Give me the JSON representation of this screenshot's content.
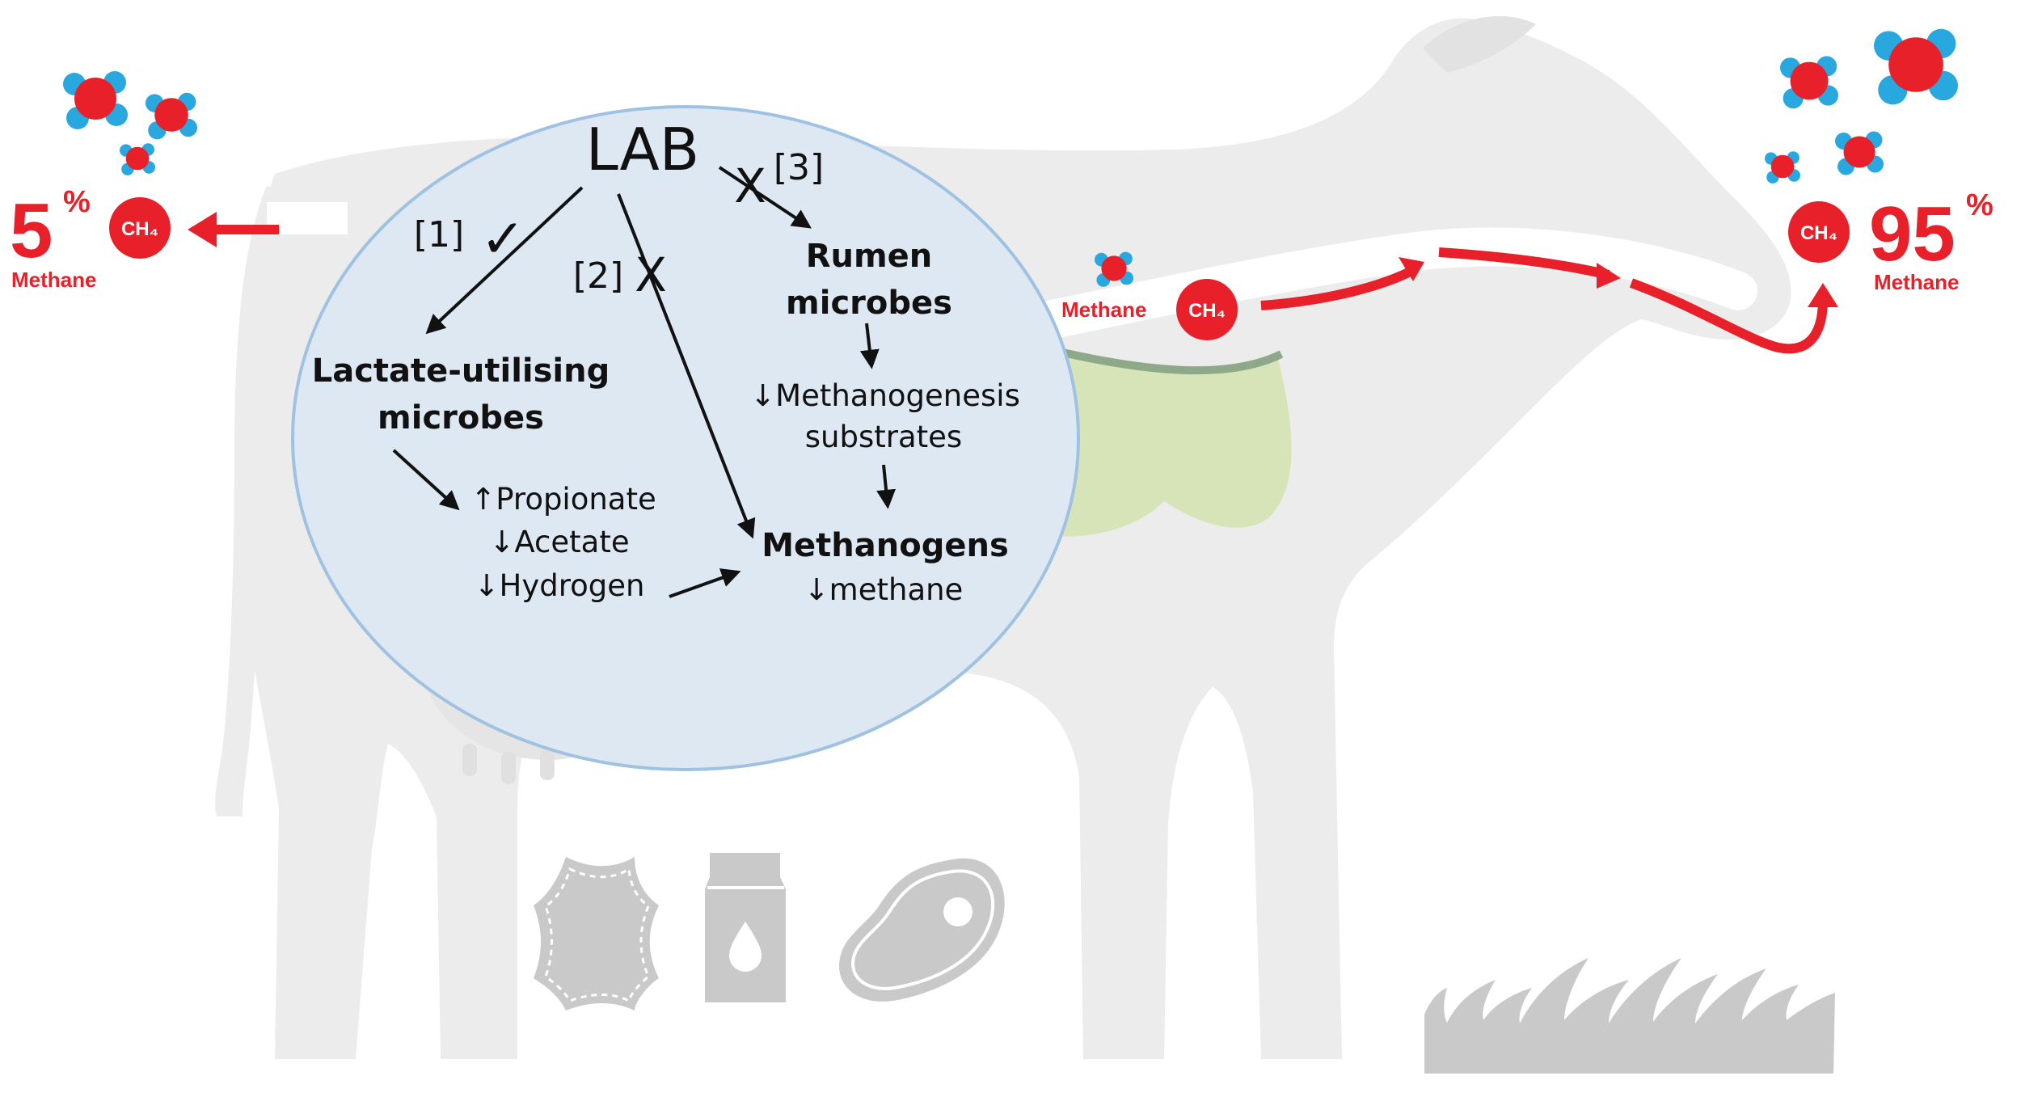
{
  "left_emission": {
    "percent": "5",
    "percent_sign": "%",
    "label": "Methane",
    "badge": "CH₄"
  },
  "right_emission": {
    "percent": "95",
    "percent_sign": "%",
    "label": "Methane",
    "badge": "CH₄"
  },
  "rumen_emission": {
    "label": "Methane",
    "badge": "CH₄"
  },
  "diagram": {
    "lab": "LAB",
    "ref1": "[1]",
    "ref2": "[2]",
    "ref3": "[3]",
    "check_mark": "✓",
    "cross2": "X",
    "cross3": "X",
    "lactate_line1": "Lactate-utilising",
    "lactate_line2": "microbes",
    "rumen_line1": "Rumen",
    "rumen_line2": "microbes",
    "substrates_line1": "↓Methanogenesis",
    "substrates_line2": "substrates",
    "propionate": "↑Propionate",
    "acetate": "↓Acetate",
    "hydrogen": "↓Hydrogen",
    "methanogens": "Methanogens",
    "methane_down": "↓methane"
  },
  "colors": {
    "cow": "#ececec",
    "cow_outline": "#e2e2e2",
    "ellipse_fill": "#dde8f3",
    "ellipse_stroke": "#9fc2e3",
    "red": "#e8202a",
    "blue": "#29a8e0",
    "rumen_green": "#d6e4b8",
    "rumen_dark": "#8ea98a",
    "icons": "#c9c9c9"
  },
  "icons": [
    "leather-icon",
    "milk-carton-icon",
    "meat-icon",
    "grass-icon",
    "methane-molecule-icon"
  ]
}
